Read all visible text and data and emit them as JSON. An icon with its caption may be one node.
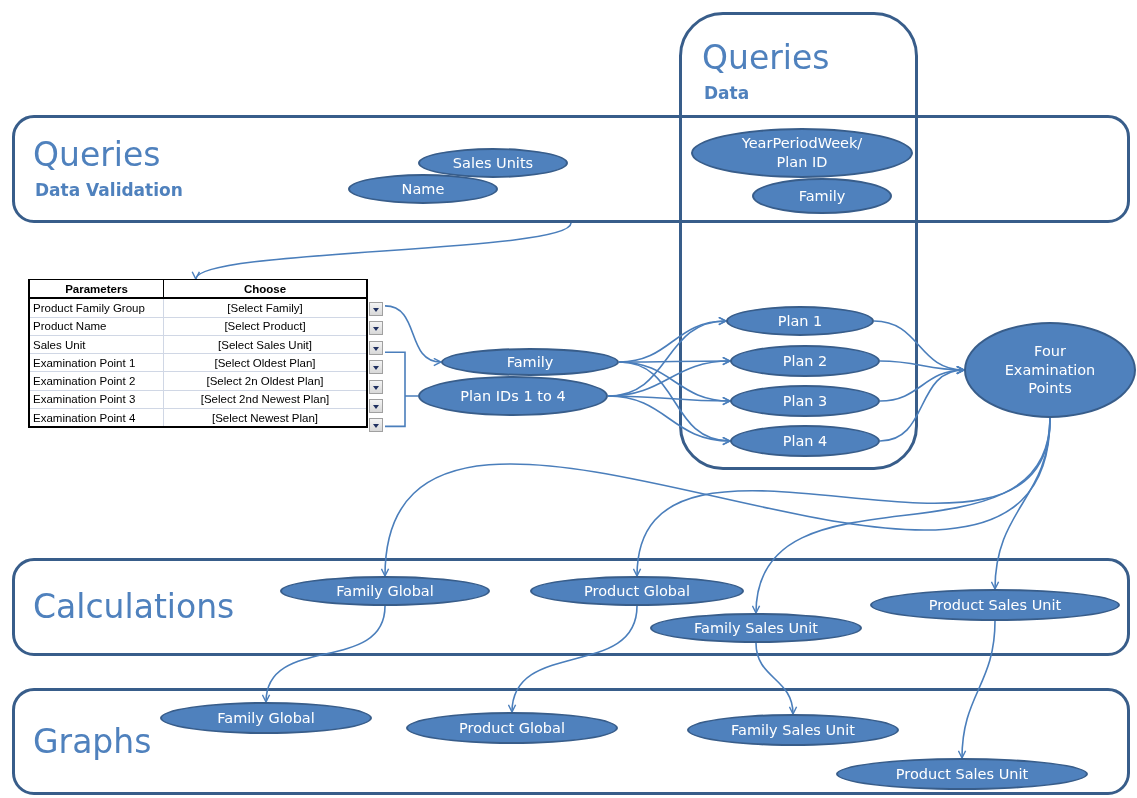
{
  "diagram": {
    "nodes": [
      {
        "text": [
          "Queries",
          "Data"
        ]
      },
      {
        "text": [
          "Queries",
          "Data Validation"
        ]
      },
      {
        "text": [
          "Sales Units"
        ],
        "in": 1
      },
      {
        "text": [
          "Name"
        ],
        "in": 1
      },
      {
        "text": [
          "YearPeriodWeek/ Plan ID"
        ]
      },
      {
        "text": [
          "Family"
        ]
      },
      {
        "text": [
          "Parameters",
          "Choose",
          "Product Family Group",
          "[Select Family]",
          "Product Name",
          "[Select Product]",
          "Sales Unit",
          "[Select Sales Unit]",
          "Examination Point 1",
          "[Select Oldest Plan]",
          "Examination Point 2",
          "[Select 2n Oldest Plan]",
          "Examination Point 3",
          "[Select 2nd Newest Plan]",
          "Examination Point 4",
          "[Select Newest Plan]"
        ]
      },
      {
        "text": [
          "Family"
        ]
      },
      {
        "text": [
          "Plan IDs 1 to 4"
        ]
      },
      {
        "text": [
          "Plan 1"
        ],
        "in": 0
      },
      {
        "text": [
          "Plan 2"
        ],
        "in": 0
      },
      {
        "text": [
          "Plan 3"
        ],
        "in": 0
      },
      {
        "text": [
          "Plan 4"
        ],
        "in": 0
      },
      {
        "text": [
          "Four Examination Points"
        ]
      },
      {
        "text": [
          "Calculations"
        ]
      },
      {
        "text": [
          "Family Global"
        ],
        "in": 14
      },
      {
        "text": [
          "Product Global"
        ],
        "in": 14
      },
      {
        "text": [
          "Family Sales Unit"
        ],
        "in": 14
      },
      {
        "text": [
          "Product Sales Unit"
        ],
        "in": 14
      },
      {
        "text": [
          "Graphs"
        ]
      },
      {
        "text": [
          "Family Global"
        ],
        "in": 19
      },
      {
        "text": [
          "Product Global"
        ],
        "in": 19
      },
      {
        "text": [
          "Family Sales Unit"
        ],
        "in": 19
      },
      {
        "text": [
          "Product Sales Unit"
        ],
        "in": 19
      }
    ],
    "edges": [
      {
        "from": 1,
        "to": 6,
        "arrow": "to"
      },
      {
        "from": 6,
        "to": 7,
        "arrow": "to"
      },
      {
        "from": 6,
        "to": 8,
        "arrow": "none"
      },
      {
        "from": 7,
        "to": 9,
        "arrow": "to"
      },
      {
        "from": 7,
        "to": 10,
        "arrow": "to"
      },
      {
        "from": 7,
        "to": 11,
        "arrow": "to"
      },
      {
        "from": 7,
        "to": 12,
        "arrow": "to"
      },
      {
        "from": 8,
        "to": 9,
        "arrow": "to"
      },
      {
        "from": 8,
        "to": 10,
        "arrow": "to"
      },
      {
        "from": 8,
        "to": 11,
        "arrow": "to"
      },
      {
        "from": 8,
        "to": 12,
        "arrow": "to"
      },
      {
        "from": 9,
        "to": 13,
        "arrow": "to"
      },
      {
        "from": 10,
        "to": 13,
        "arrow": "to"
      },
      {
        "from": 11,
        "to": 13,
        "arrow": "to"
      },
      {
        "from": 12,
        "to": 13,
        "arrow": "to"
      },
      {
        "from": 13,
        "to": 15,
        "arrow": "to"
      },
      {
        "from": 13,
        "to": 16,
        "arrow": "to"
      },
      {
        "from": 13,
        "to": 17,
        "arrow": "to"
      },
      {
        "from": 13,
        "to": 18,
        "arrow": "to"
      },
      {
        "from": 15,
        "to": 20,
        "arrow": "to"
      },
      {
        "from": 16,
        "to": 21,
        "arrow": "to"
      },
      {
        "from": 17,
        "to": 22,
        "arrow": "to"
      },
      {
        "from": 18,
        "to": 23,
        "arrow": "to"
      }
    ]
  }
}
